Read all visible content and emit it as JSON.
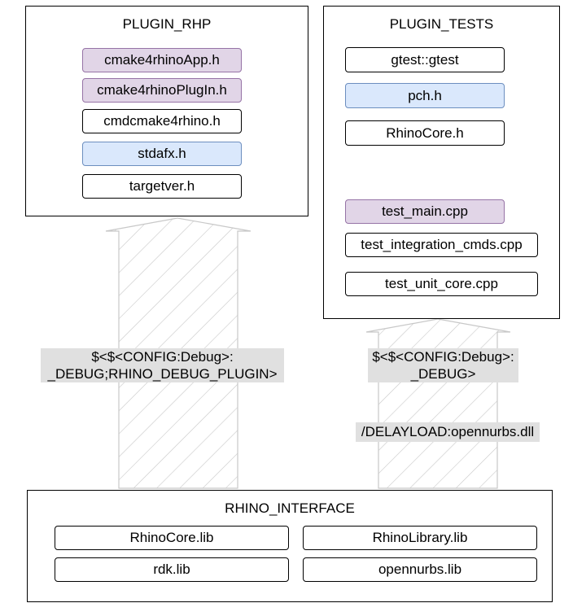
{
  "plugin_rhp": {
    "title": "PLUGIN_RHP",
    "files": [
      {
        "name": "cmake4rhinoApp.h",
        "color": "purple"
      },
      {
        "name": "cmake4rhinoPlugIn.h",
        "color": "purple"
      },
      {
        "name": "cmdcmake4rhino.h",
        "color": "white"
      },
      {
        "name": "stdafx.h",
        "color": "blue"
      },
      {
        "name": "targetver.h",
        "color": "white"
      }
    ]
  },
  "plugin_tests": {
    "title": "PLUGIN_TESTS",
    "files": [
      {
        "name": "gtest::gtest",
        "color": "white"
      },
      {
        "name": "pch.h",
        "color": "blue"
      },
      {
        "name": "RhinoCore.h",
        "color": "white"
      },
      {
        "name": "test_main.cpp",
        "color": "purple"
      },
      {
        "name": "test_integration_cmds.cpp",
        "color": "white"
      },
      {
        "name": "test_unit_core.cpp",
        "color": "white"
      }
    ]
  },
  "rhino_interface": {
    "title": "RHINO_INTERFACE",
    "files": [
      {
        "name": "RhinoCore.lib"
      },
      {
        "name": "RhinoLibrary.lib"
      },
      {
        "name": "rdk.lib"
      },
      {
        "name": "opennurbs.lib"
      }
    ]
  },
  "arrow_labels": {
    "left_line1": "$<$<CONFIG:Debug>:",
    "left_line2": "_DEBUG;RHINO_DEBUG_PLUGIN>",
    "right_line1": "$<$<CONFIG:Debug>:",
    "right_line2": "_DEBUG>",
    "delayload": "/DELAYLOAD:opennurbs.dll"
  },
  "colors": {
    "purple_fill": "#e1d5e7",
    "purple_stroke": "#9673a6",
    "blue_fill": "#dae8fc",
    "blue_stroke": "#6c8ebf",
    "arrow_stroke": "#c8c8c8",
    "label_bg": "#e0e0e0"
  }
}
